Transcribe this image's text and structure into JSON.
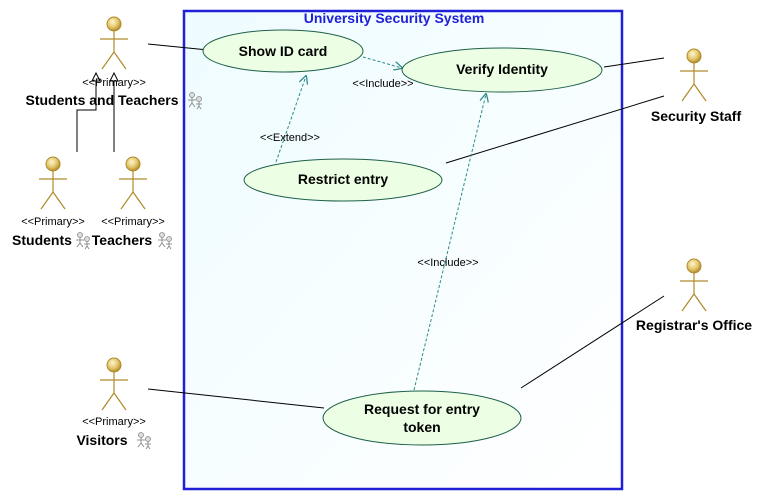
{
  "system": {
    "title": "University Security System",
    "border_color": "#2020d8",
    "fill_color": "#f3ffff"
  },
  "use_cases": {
    "show_id_card": "Show ID card",
    "verify_identity": "Verify Identity",
    "restrict_entry": "Restrict entry",
    "request_token_line1": "Request for entry",
    "request_token_line2": "token"
  },
  "actors": {
    "students_and_teachers": {
      "name": "Students and Teachers",
      "stereotype": "<<Primary>>"
    },
    "students": {
      "name": "Students",
      "stereotype": "<<Primary>>"
    },
    "teachers": {
      "name": "Teachers",
      "stereotype": "<<Primary>>"
    },
    "visitors": {
      "name": "Visitors",
      "stereotype": "<<Primary>>"
    },
    "security_staff": {
      "name": "Security Staff"
    },
    "registrars_office": {
      "name": "Registrar's Office"
    }
  },
  "relationships": {
    "include_verify": "<<Include>>",
    "extend_restrict": "<<Extend>>",
    "include_token": "<<Include>>"
  },
  "colors": {
    "use_case_fill": "#ecffe4",
    "use_case_stroke": "#1f5f4a",
    "actor_stroke": "#b08a2a",
    "actor_head": "#e2c56a",
    "dependency": "#2a8a8a"
  },
  "icons": [
    "actor-stick-figure",
    "primary-actor-badge-icon"
  ]
}
